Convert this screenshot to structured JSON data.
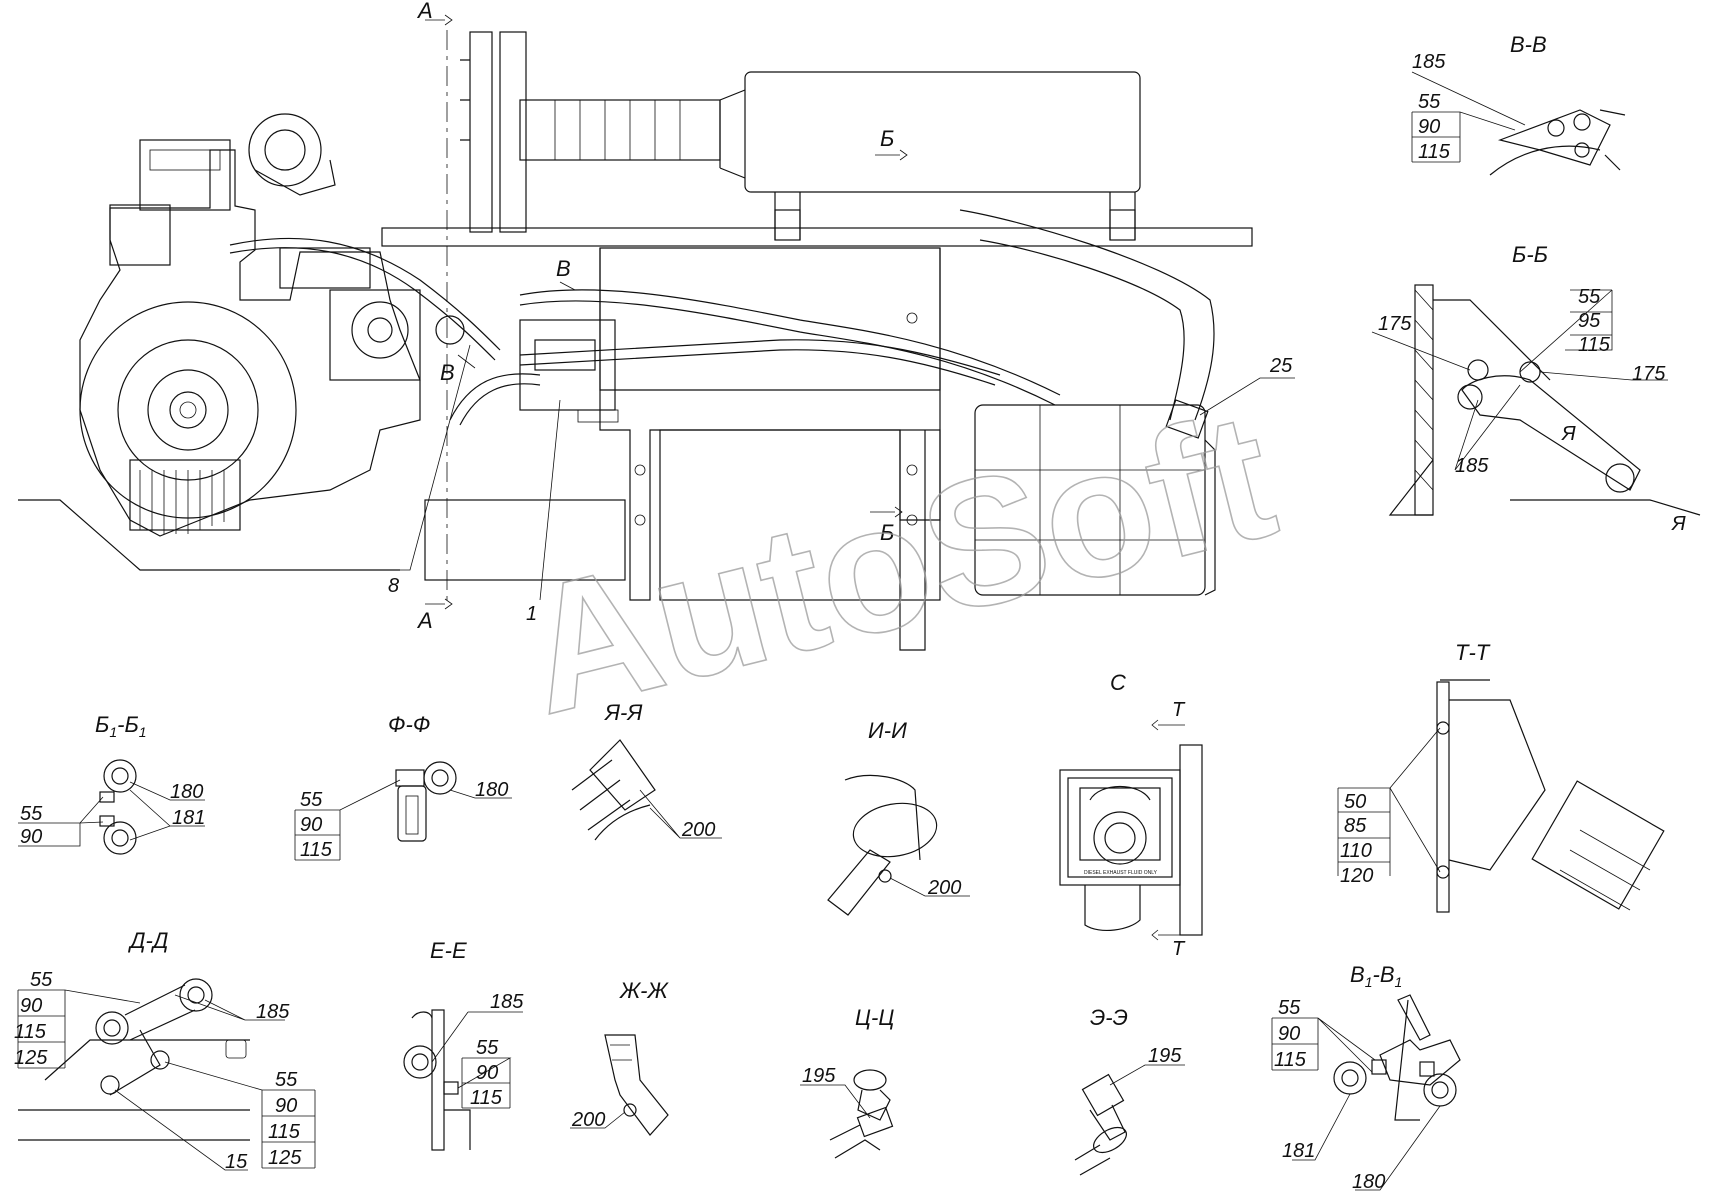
{
  "watermark": "AutoSoft",
  "main_view": {
    "section_marks": {
      "A_top": "А",
      "A_bottom": "А",
      "B_top": "Б",
      "B_bottom": "Б",
      "V_1": "В",
      "V_2": "В"
    },
    "callouts": {
      "c25": "25",
      "c8": "8",
      "c1": "1"
    }
  },
  "views": {
    "v_v": {
      "title": "В-В",
      "labels": [
        "185",
        "55",
        "90",
        "115"
      ]
    },
    "b_b": {
      "title": "Б-Б",
      "labels": [
        "175",
        "55",
        "95",
        "115",
        "175",
        "185",
        "Я",
        "Я"
      ]
    },
    "b1_b1": {
      "title_main": "Б",
      "title_sub": "1",
      "title_sep": "-",
      "labels": [
        "55",
        "90",
        "180",
        "181"
      ]
    },
    "f_f": {
      "title": "Ф-Ф",
      "labels": [
        "55",
        "90",
        "115",
        "180"
      ]
    },
    "ya_ya": {
      "title": "Я-Я",
      "labels": [
        "200"
      ]
    },
    "i_i": {
      "title": "И-И",
      "labels": [
        "200"
      ]
    },
    "c": {
      "title": "С",
      "labels": [
        "Т",
        "Т"
      ],
      "plate_text": "DIESEL EXHAUST FLUID ONLY"
    },
    "t_t": {
      "title": "Т-Т",
      "labels": [
        "50",
        "85",
        "110",
        "120"
      ]
    },
    "d_d": {
      "title": "Д-Д",
      "labels": [
        "55",
        "90",
        "115",
        "125",
        "185",
        "55",
        "90",
        "115",
        "125",
        "15"
      ]
    },
    "e_e": {
      "title": "Е-Е",
      "labels": [
        "185",
        "55",
        "90",
        "115"
      ]
    },
    "zh_zh": {
      "title": "Ж-Ж",
      "labels": [
        "200"
      ]
    },
    "ts_ts": {
      "title": "Ц-Ц",
      "labels": [
        "195"
      ]
    },
    "e2_e2": {
      "title": "Э-Э",
      "labels": [
        "195"
      ]
    },
    "v1_v1": {
      "title_main": "В",
      "title_sub": "1",
      "title_sep": "-",
      "labels": [
        "55",
        "90",
        "115",
        "181",
        "180"
      ]
    }
  }
}
